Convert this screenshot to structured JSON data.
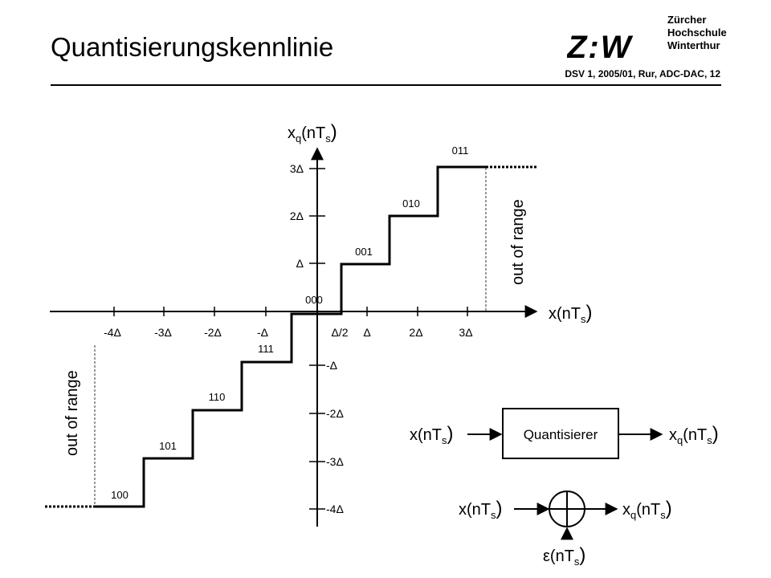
{
  "header": {
    "title": "Quantisierungskennlinie",
    "logo_text": "Z:W",
    "institution": [
      "Zürcher",
      "Hochschule",
      "Winterthur"
    ],
    "meta": "DSV 1, 2005/01, Rur, ADC-DAC,  12"
  },
  "axes": {
    "y_label": "xq(nTs)",
    "x_label": "x(nTs)",
    "x_ticks": [
      "-4Δ",
      "-3Δ",
      "-2Δ",
      "-Δ",
      "Δ/2",
      "Δ",
      "2Δ",
      "3Δ"
    ],
    "y_ticks_pos": [
      "3Δ",
      "2Δ",
      "Δ"
    ],
    "y_ticks_neg": [
      "-Δ",
      "-2Δ",
      "-3Δ",
      "-4Δ"
    ]
  },
  "codes": [
    "100",
    "101",
    "110",
    "111",
    "000",
    "001",
    "010",
    "011"
  ],
  "out_of_range_left": "out of range",
  "out_of_range_right": "out of range",
  "block1": {
    "input": "x(nTs)",
    "box": "Quantisierer",
    "output": "xq(nTs)"
  },
  "block2": {
    "input": "x(nTs)",
    "output": "xq(nTs)",
    "noise": "ε(nTs)"
  }
}
